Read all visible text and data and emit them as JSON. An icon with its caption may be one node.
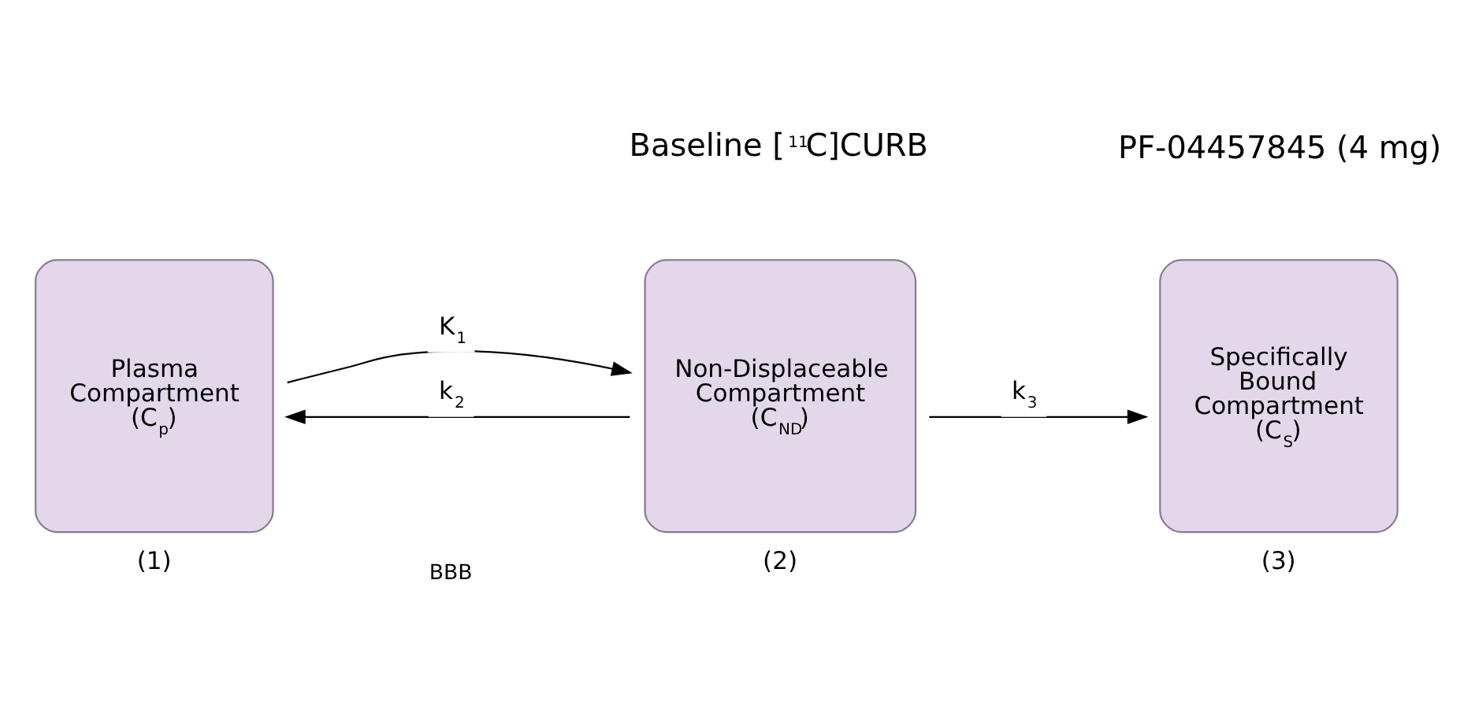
{
  "diagram": {
    "nodes": [
      {
        "text": [
          "Plasma Compartment (C$_{p}$)"
        ],
        "beside": [
          "(1)"
        ]
      },
      {
        "text": [
          "Non-Displaceable Compartment (C$_{ND}$)"
        ],
        "beside": [
          "(2)"
        ]
      },
      {
        "text": [
          "Specifically Bound Compartment (C$_{S}$)"
        ],
        "beside": [
          "(3)"
        ]
      }
    ],
    "edges": [
      {
        "from": 0,
        "to": 1,
        "arrow": "to",
        "label": "K$_{1}$"
      },
      {
        "from": 1,
        "to": 0,
        "arrow": "to",
        "label": "k$_{2}$"
      },
      {
        "from": 1,
        "to": 2,
        "arrow": "to",
        "label": "k$_{3}$"
      }
    ],
    "labels": [
      "Baseline [$^{11}$C]CURB",
      "PF-04457845 (4 mg)",
      "BBB"
    ]
  }
}
